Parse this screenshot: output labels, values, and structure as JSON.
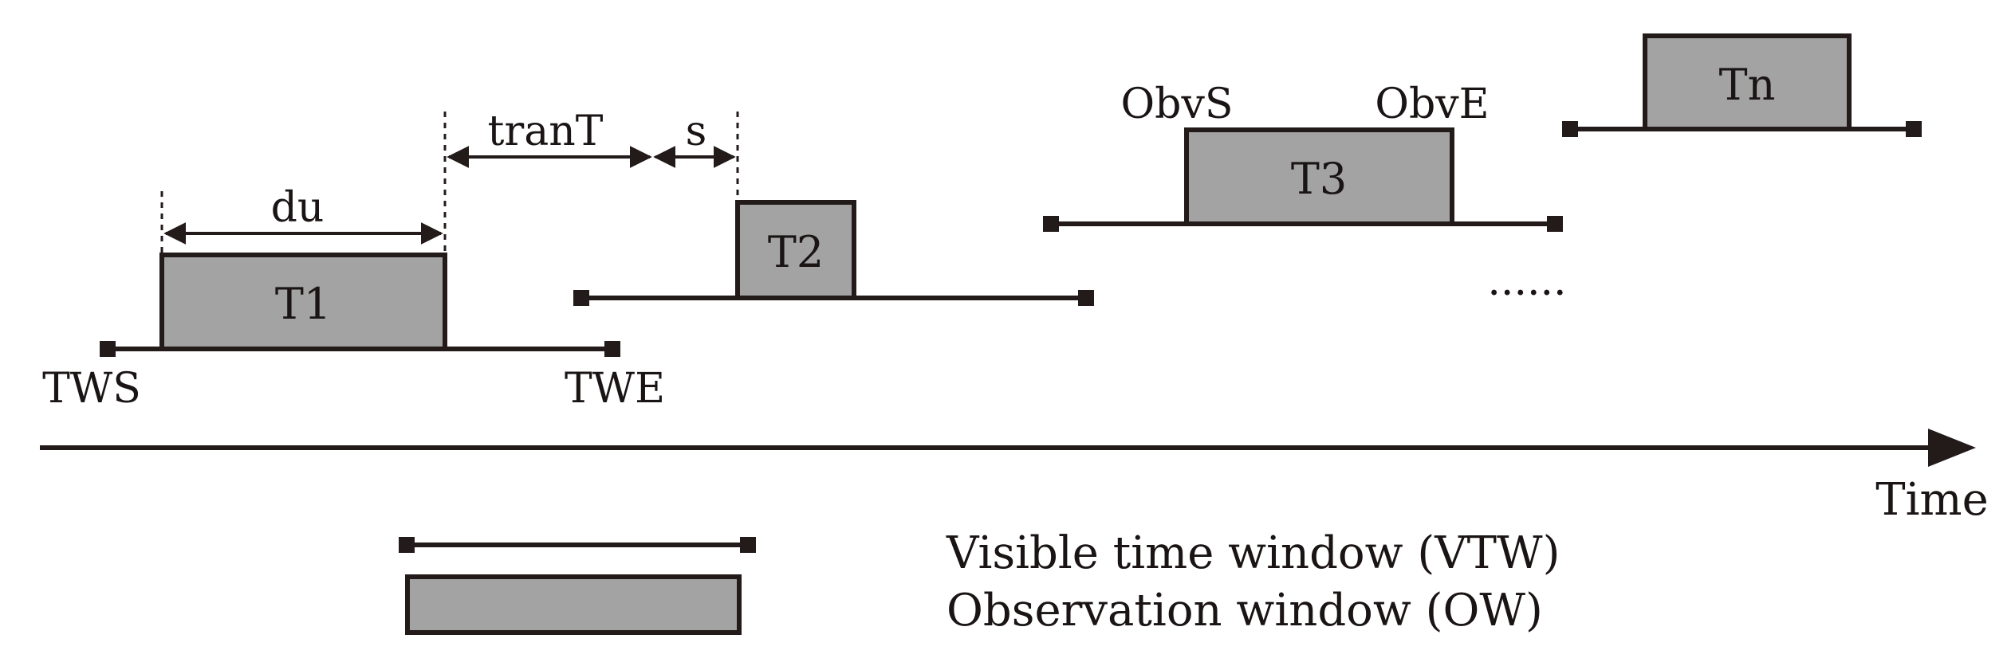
{
  "colors": {
    "ink": "#231a1a",
    "box_fill": "#a3a3a3",
    "background": "#ffffff"
  },
  "tasks": {
    "t1": "T1",
    "t2": "T2",
    "t3": "T3",
    "tn": "Tn"
  },
  "labels": {
    "du": "du",
    "tranT": "tranT",
    "s": "s",
    "obvS": "ObvS",
    "obvE": "ObvE",
    "tws": "TWS",
    "twe": "TWE",
    "ellipsis": "......"
  },
  "axis": {
    "label": "Time"
  },
  "legend": {
    "vtw": "Visible time window (VTW)",
    "ow": "Observation window (OW)"
  }
}
